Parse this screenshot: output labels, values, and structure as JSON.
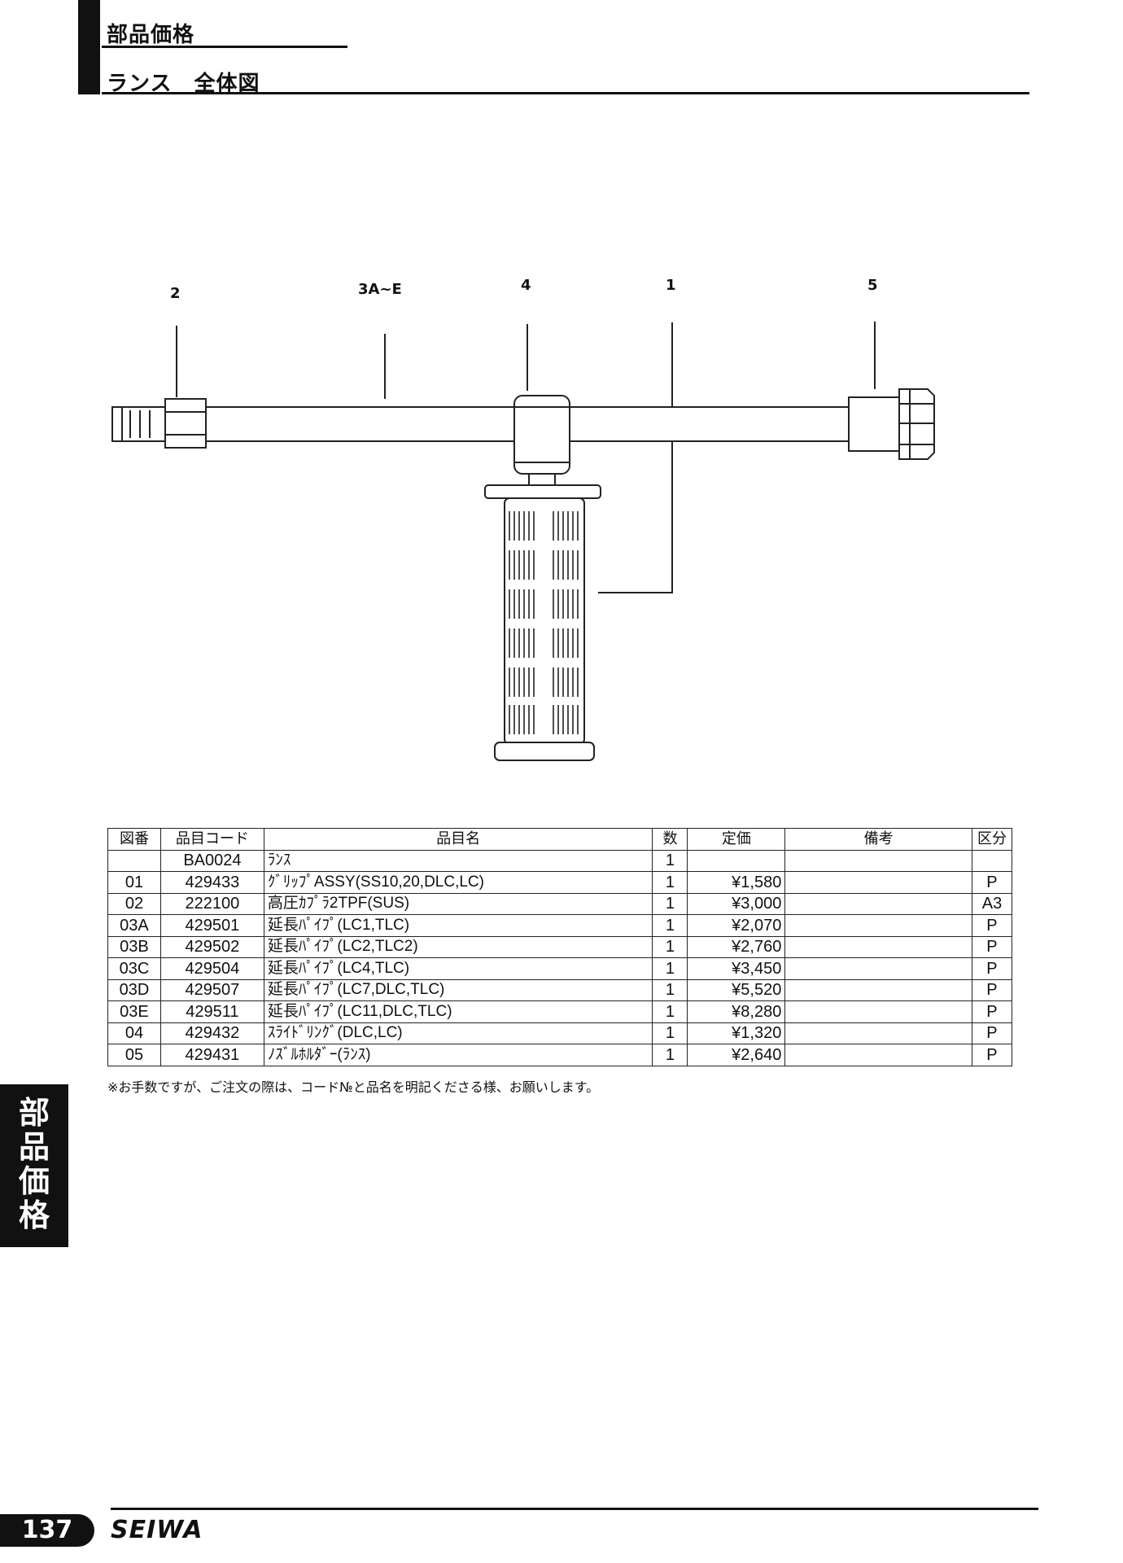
{
  "header": {
    "section_title": "部品価格",
    "page_title": "ランス　全体図"
  },
  "diagram": {
    "callouts": [
      "2",
      "3A~E",
      "4",
      "1",
      "5"
    ]
  },
  "table": {
    "headers": [
      "図番",
      "品目コード",
      "品目名",
      "数",
      "定価",
      "備考",
      "区分"
    ],
    "rows": [
      {
        "no": "",
        "code": "BA0024",
        "name": "ﾗﾝｽ",
        "qty": "1",
        "price": "",
        "remarks": "",
        "category": ""
      },
      {
        "no": "01",
        "code": "429433",
        "name": "ｸﾞﾘｯﾌﾟASSY(SS10,20,DLC,LC)",
        "qty": "1",
        "price": "¥1,580",
        "remarks": "",
        "category": "P"
      },
      {
        "no": "02",
        "code": "222100",
        "name": "高圧ｶﾌﾟﾗ2TPF(SUS)",
        "qty": "1",
        "price": "¥3,000",
        "remarks": "",
        "category": "A3"
      },
      {
        "no": "03A",
        "code": "429501",
        "name": "延長ﾊﾟｲﾌﾟ(LC1,TLC)",
        "qty": "1",
        "price": "¥2,070",
        "remarks": "",
        "category": "P"
      },
      {
        "no": "03B",
        "code": "429502",
        "name": "延長ﾊﾟｲﾌﾟ(LC2,TLC2)",
        "qty": "1",
        "price": "¥2,760",
        "remarks": "",
        "category": "P"
      },
      {
        "no": "03C",
        "code": "429504",
        "name": "延長ﾊﾟｲﾌﾟ(LC4,TLC)",
        "qty": "1",
        "price": "¥3,450",
        "remarks": "",
        "category": "P"
      },
      {
        "no": "03D",
        "code": "429507",
        "name": "延長ﾊﾟｲﾌﾟ(LC7,DLC,TLC)",
        "qty": "1",
        "price": "¥5,520",
        "remarks": "",
        "category": "P"
      },
      {
        "no": "03E",
        "code": "429511",
        "name": "延長ﾊﾟｲﾌﾟ(LC11,DLC,TLC)",
        "qty": "1",
        "price": "¥8,280",
        "remarks": "",
        "category": "P"
      },
      {
        "no": "04",
        "code": "429432",
        "name": "ｽﾗｲﾄﾞﾘﾝｸﾞ(DLC,LC)",
        "qty": "1",
        "price": "¥1,320",
        "remarks": "",
        "category": "P"
      },
      {
        "no": "05",
        "code": "429431",
        "name": "ﾉｽﾞﾙﾎﾙﾀﾞｰ(ﾗﾝｽ)",
        "qty": "1",
        "price": "¥2,640",
        "remarks": "",
        "category": "P"
      }
    ]
  },
  "note": "※お手数ですが、ご注文の際は、コード№と品名を明記くださる様、お願いします。",
  "side_tab": [
    "部",
    "品",
    "価",
    "格"
  ],
  "footer": {
    "page_number": "137",
    "brand": "SEIWA"
  }
}
